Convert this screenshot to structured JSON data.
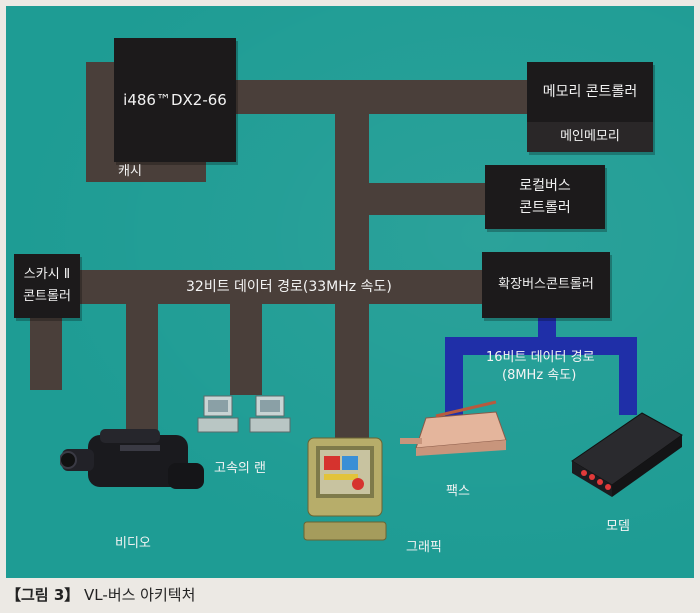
{
  "nodes": {
    "cpu": "i486™DX2-66",
    "cache": "캐시",
    "memory_controller": "메모리 콘트롤러",
    "main_memory": "메인메모리",
    "local_bus_controller_line1": "로컬버스",
    "local_bus_controller_line2": "콘트롤러",
    "scsi_controller_line1": "스카시 Ⅱ",
    "scsi_controller_line2": "콘트롤러",
    "expansion_bus_controller": "확장버스콘트롤러"
  },
  "bus_labels": {
    "data_path_32": "32비트 데이터 경로(33MHz 속도)",
    "data_path_16": "16비트 데이터 경로",
    "speed_16": "(8MHz 속도)"
  },
  "devices": {
    "video": "비디오",
    "highspeed_lan": "고속의 랜",
    "graphics": "그래픽",
    "fax": "팩스",
    "modem": "모뎀"
  },
  "caption": {
    "figure": "【그림 3】",
    "title": "VL-버스 아키텍처"
  },
  "colors": {
    "background": "#1e9c94",
    "bus_32": "#4a3f3a",
    "bus_16": "#1f2fa8",
    "box": "#1c1a1b"
  }
}
